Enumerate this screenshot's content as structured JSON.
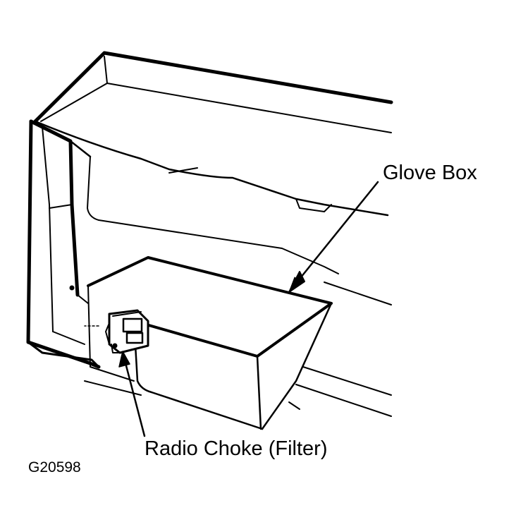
{
  "labels": {
    "glove_box": "Glove Box",
    "radio_choke": "Radio Choke (Filter)",
    "figure_id": "G20598"
  }
}
